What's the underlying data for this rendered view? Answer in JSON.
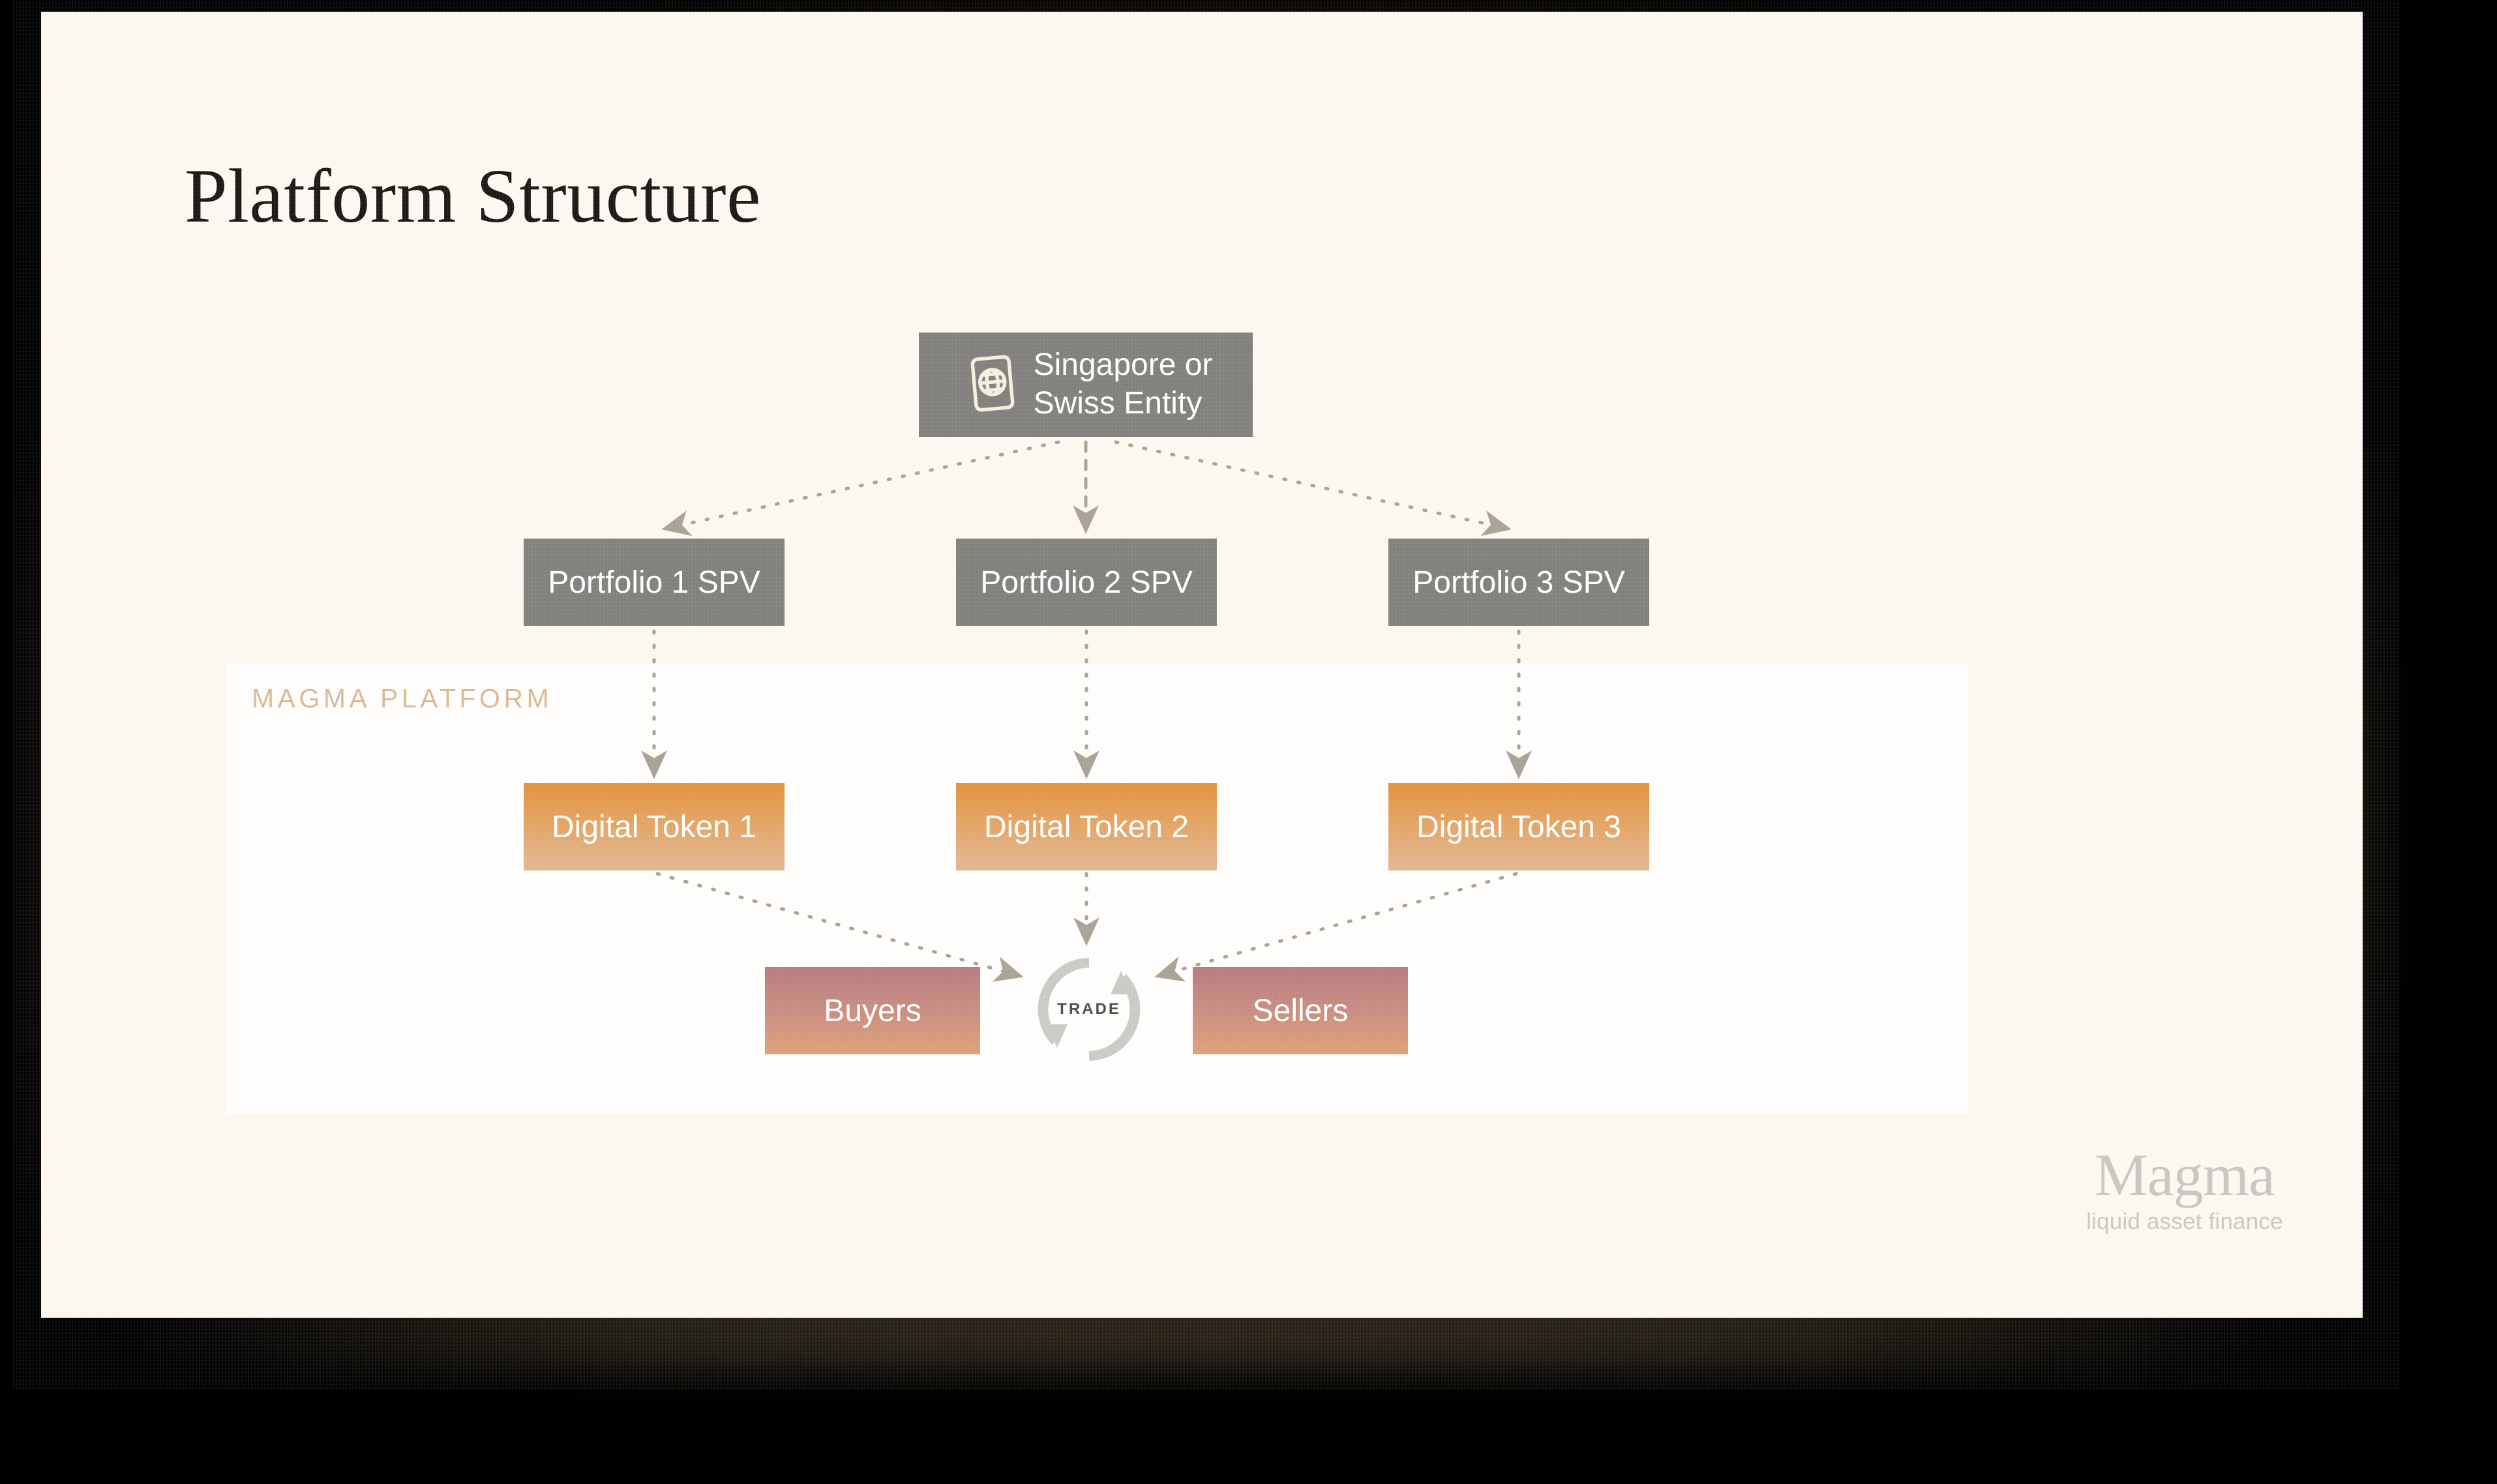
{
  "slide": {
    "title": "Platform Structure",
    "background_color": "#fdf7f0"
  },
  "platform": {
    "label": "MAGMA PLATFORM",
    "label_color": "#dcb894",
    "panel_color": "#fffdfb"
  },
  "entity": {
    "label": "Singapore or\nSwiss Entity",
    "icon": "passport-globe-icon",
    "color": "#817f7b"
  },
  "spv_nodes": [
    {
      "label": "Portfolio 1 SPV",
      "color": "#817f7b"
    },
    {
      "label": "Portfolio 2 SPV",
      "color": "#817f7b"
    },
    {
      "label": "Portfolio 3 SPV",
      "color": "#817f7b"
    }
  ],
  "token_nodes": [
    {
      "label": "Digital Token 1",
      "color_top": "#e2913a",
      "color_bottom": "#e0b793"
    },
    {
      "label": "Digital Token 2",
      "color_top": "#e2913a",
      "color_bottom": "#e0b793"
    },
    {
      "label": "Digital Token 3",
      "color_top": "#e2913a",
      "color_bottom": "#e0b793"
    }
  ],
  "party_nodes": [
    {
      "label": "Buyers",
      "color_top": "#b57a80",
      "color_bottom": "#dda078"
    },
    {
      "label": "Sellers",
      "color_top": "#b57a80",
      "color_bottom": "#dda078"
    }
  ],
  "trade_hub": {
    "label": "TRADE",
    "icon": "cycle-arrows-icon",
    "color": "#cbc9c6"
  },
  "connectors": {
    "style": "dotted",
    "color": "#a8a195",
    "edges": [
      {
        "from": "entity",
        "to": "spv-1"
      },
      {
        "from": "entity",
        "to": "spv-2"
      },
      {
        "from": "entity",
        "to": "spv-3"
      },
      {
        "from": "spv-1",
        "to": "token-1"
      },
      {
        "from": "spv-2",
        "to": "token-2"
      },
      {
        "from": "spv-3",
        "to": "token-3"
      },
      {
        "from": "token-1",
        "to": "trade-hub"
      },
      {
        "from": "token-2",
        "to": "trade-hub"
      },
      {
        "from": "token-3",
        "to": "trade-hub"
      }
    ]
  },
  "brand": {
    "name": "Magma",
    "tagline": "liquid asset finance",
    "color": "#c9c5c0"
  }
}
